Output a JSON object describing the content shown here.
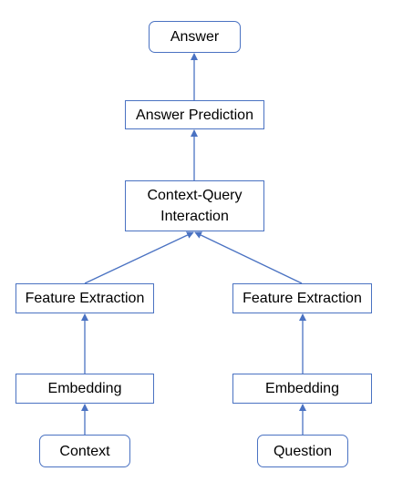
{
  "diagram": {
    "line_color": "#4a72c2",
    "node_border_color": "#4a72c2",
    "nodes": {
      "answer": "Answer",
      "answer_prediction": "Answer Prediction",
      "context_query_interaction": "Context-Query\nInteraction",
      "feature_extraction_left": "Feature Extraction",
      "feature_extraction_right": "Feature Extraction",
      "embedding_left": "Embedding",
      "embedding_right": "Embedding",
      "context": "Context",
      "question": "Question"
    },
    "edges": [
      {
        "from": "context",
        "to": "embedding_left"
      },
      {
        "from": "question",
        "to": "embedding_right"
      },
      {
        "from": "embedding_left",
        "to": "feature_extraction_left"
      },
      {
        "from": "embedding_right",
        "to": "feature_extraction_right"
      },
      {
        "from": "feature_extraction_left",
        "to": "context_query_interaction"
      },
      {
        "from": "feature_extraction_right",
        "to": "context_query_interaction"
      },
      {
        "from": "context_query_interaction",
        "to": "answer_prediction"
      },
      {
        "from": "answer_prediction",
        "to": "answer"
      }
    ]
  }
}
